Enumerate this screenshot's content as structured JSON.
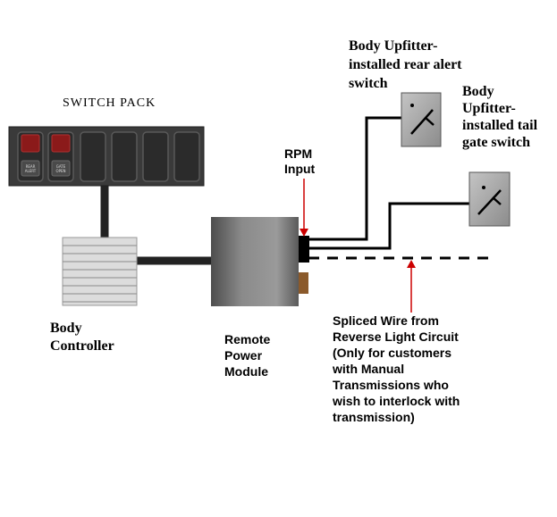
{
  "switch_pack": {
    "title": "SWITCH PACK",
    "switch1_label": "REAR ALERT",
    "switch2_label": "GATE OPEN"
  },
  "body_controller": {
    "line1": "Body",
    "line2": "Controller"
  },
  "rpm": {
    "line1": "RPM",
    "line2": "Input"
  },
  "rpm_module": {
    "line1": "Remote",
    "line2": "Power",
    "line3": "Module"
  },
  "rear_alert_switch": {
    "line1": "Body Upfitter-",
    "line2": "installed rear alert",
    "line3": "switch"
  },
  "tail_gate_switch": {
    "line1": "Body",
    "line2": "Upfitter-",
    "line3": "installed tail",
    "line4": "gate switch"
  },
  "spliced_wire": {
    "line1": "Spliced Wire from",
    "line2": "Reverse Light Circuit",
    "line3": "(Only for customers",
    "line4": "with Manual",
    "line5": "Transmissions who",
    "line6": "wish to interlock with",
    "line7": "transmission)"
  },
  "colors": {
    "panel": "#3a3a3a",
    "indicator": "#8b1a1a",
    "module": "#777777",
    "switch_box": "#aaaaaa",
    "connector_tab": "#8b5a2b",
    "arrow": "#cc0000"
  }
}
